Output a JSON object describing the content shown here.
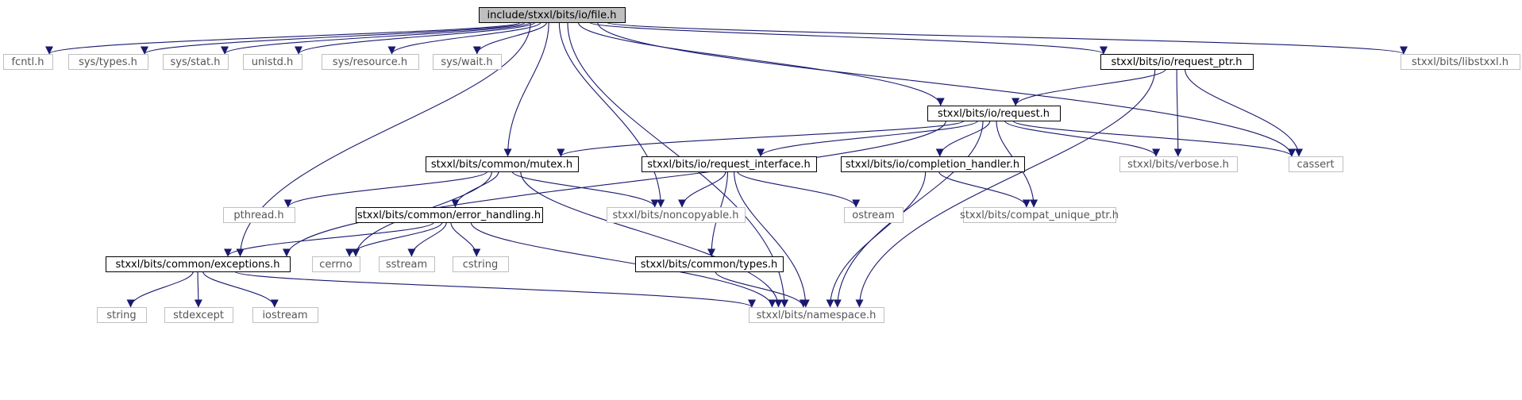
{
  "colors": {
    "edge": "#191970",
    "documented_border": "#000000",
    "external_border": "#bfbfbf",
    "root_fill": "#bfbfbf",
    "documented_text": "#000000",
    "external_text": "#555555"
  },
  "nodes": [
    {
      "id": "file",
      "label": "include/stxxl/bits/io/file.h",
      "kind": "root"
    },
    {
      "id": "fcntl",
      "label": "fcntl.h",
      "kind": "external"
    },
    {
      "id": "systypes",
      "label": "sys/types.h",
      "kind": "external"
    },
    {
      "id": "sysstat",
      "label": "sys/stat.h",
      "kind": "external"
    },
    {
      "id": "unistd",
      "label": "unistd.h",
      "kind": "external"
    },
    {
      "id": "sysresource",
      "label": "sys/resource.h",
      "kind": "external"
    },
    {
      "id": "syswait",
      "label": "sys/wait.h",
      "kind": "external"
    },
    {
      "id": "request_ptr",
      "label": "stxxl/bits/io/request_ptr.h",
      "kind": "documented"
    },
    {
      "id": "libstxxl",
      "label": "stxxl/bits/libstxxl.h",
      "kind": "external"
    },
    {
      "id": "request",
      "label": "stxxl/bits/io/request.h",
      "kind": "documented"
    },
    {
      "id": "mutex",
      "label": "stxxl/bits/common/mutex.h",
      "kind": "documented"
    },
    {
      "id": "request_iface",
      "label": "stxxl/bits/io/request_interface.h",
      "kind": "documented"
    },
    {
      "id": "completion",
      "label": "stxxl/bits/io/completion_handler.h",
      "kind": "documented"
    },
    {
      "id": "verbose",
      "label": "stxxl/bits/verbose.h",
      "kind": "external"
    },
    {
      "id": "cassert",
      "label": "cassert",
      "kind": "external"
    },
    {
      "id": "pthread",
      "label": "pthread.h",
      "kind": "external"
    },
    {
      "id": "error_handling",
      "label": "stxxl/bits/common/error_handling.h",
      "kind": "documented"
    },
    {
      "id": "noncopyable",
      "label": "stxxl/bits/noncopyable.h",
      "kind": "external"
    },
    {
      "id": "ostream",
      "label": "ostream",
      "kind": "external"
    },
    {
      "id": "compat",
      "label": "stxxl/bits/compat_unique_ptr.h",
      "kind": "external"
    },
    {
      "id": "exceptions",
      "label": "stxxl/bits/common/exceptions.h",
      "kind": "documented"
    },
    {
      "id": "cerrno",
      "label": "cerrno",
      "kind": "external"
    },
    {
      "id": "sstream",
      "label": "sstream",
      "kind": "external"
    },
    {
      "id": "cstring",
      "label": "cstring",
      "kind": "external"
    },
    {
      "id": "ctypes",
      "label": "stxxl/bits/common/types.h",
      "kind": "documented"
    },
    {
      "id": "string",
      "label": "string",
      "kind": "external"
    },
    {
      "id": "stdexcept",
      "label": "stdexcept",
      "kind": "external"
    },
    {
      "id": "iostream",
      "label": "iostream",
      "kind": "external"
    },
    {
      "id": "namespace",
      "label": "stxxl/bits/namespace.h",
      "kind": "external"
    }
  ],
  "edges": [
    [
      "file",
      "fcntl"
    ],
    [
      "file",
      "systypes"
    ],
    [
      "file",
      "sysstat"
    ],
    [
      "file",
      "unistd"
    ],
    [
      "file",
      "sysresource"
    ],
    [
      "file",
      "syswait"
    ],
    [
      "file",
      "request_ptr"
    ],
    [
      "file",
      "libstxxl"
    ],
    [
      "file",
      "request"
    ],
    [
      "file",
      "mutex"
    ],
    [
      "file",
      "noncopyable"
    ],
    [
      "file",
      "exceptions"
    ],
    [
      "file",
      "cassert"
    ],
    [
      "file",
      "namespace"
    ],
    [
      "request_ptr",
      "request"
    ],
    [
      "request_ptr",
      "verbose"
    ],
    [
      "request_ptr",
      "cassert"
    ],
    [
      "request_ptr",
      "namespace"
    ],
    [
      "request",
      "mutex"
    ],
    [
      "request",
      "request_iface"
    ],
    [
      "request",
      "completion"
    ],
    [
      "request",
      "verbose"
    ],
    [
      "request",
      "cassert"
    ],
    [
      "request",
      "compat"
    ],
    [
      "request",
      "exceptions"
    ],
    [
      "request",
      "namespace"
    ],
    [
      "mutex",
      "pthread"
    ],
    [
      "mutex",
      "error_handling"
    ],
    [
      "mutex",
      "noncopyable"
    ],
    [
      "mutex",
      "cerrno"
    ],
    [
      "mutex",
      "namespace"
    ],
    [
      "request_iface",
      "noncopyable"
    ],
    [
      "request_iface",
      "ostream"
    ],
    [
      "request_iface",
      "ctypes"
    ],
    [
      "request_iface",
      "namespace"
    ],
    [
      "completion",
      "compat"
    ],
    [
      "completion",
      "namespace"
    ],
    [
      "error_handling",
      "exceptions"
    ],
    [
      "error_handling",
      "cerrno"
    ],
    [
      "error_handling",
      "sstream"
    ],
    [
      "error_handling",
      "cstring"
    ],
    [
      "error_handling",
      "namespace"
    ],
    [
      "exceptions",
      "string"
    ],
    [
      "exceptions",
      "stdexcept"
    ],
    [
      "exceptions",
      "iostream"
    ],
    [
      "exceptions",
      "namespace"
    ],
    [
      "ctypes",
      "namespace"
    ]
  ]
}
